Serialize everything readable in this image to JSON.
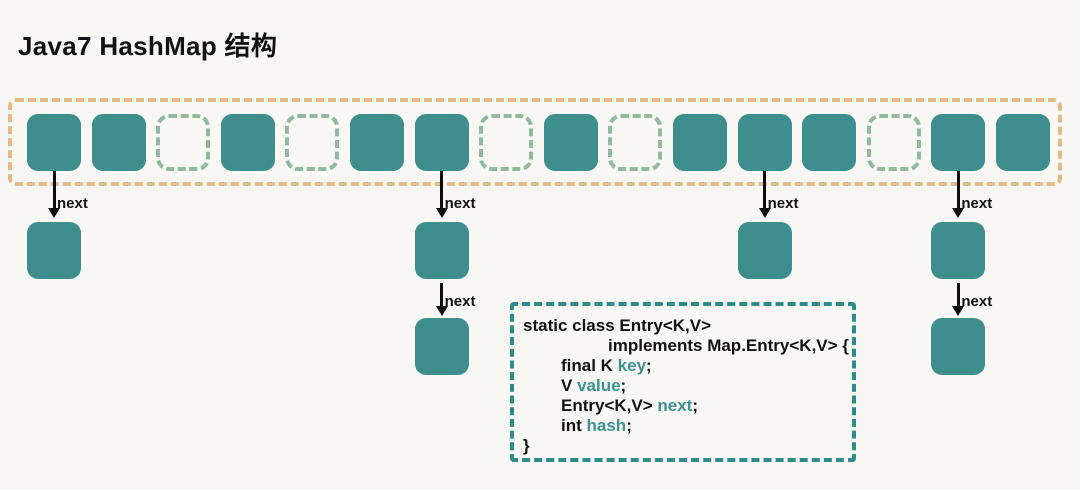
{
  "title": "Java7 HashMap 结构",
  "colors": {
    "node_fill": "#3E8E8E",
    "empty_slot_border": "#8FBA9B",
    "array_border": "#E5B985",
    "code_border": "#2E8B8B",
    "code_accent": "#3B9292",
    "background": "#F8F7F4",
    "text": "#121212"
  },
  "bucket_array": {
    "slot_count": 16,
    "slots": [
      "filled",
      "filled",
      "empty",
      "filled",
      "empty",
      "filled",
      "filled",
      "empty",
      "filled",
      "empty",
      "filled",
      "filled",
      "filled",
      "empty",
      "filled",
      "filled"
    ]
  },
  "chains": [
    {
      "bucket_index": 0,
      "node_count": 1,
      "link_label": "next"
    },
    {
      "bucket_index": 6,
      "node_count": 2,
      "link_label": "next"
    },
    {
      "bucket_index": 11,
      "node_count": 1,
      "link_label": "next"
    },
    {
      "bucket_index": 14,
      "node_count": 2,
      "link_label": "next"
    }
  ],
  "code_box": {
    "lines": [
      {
        "indent": 0,
        "segments": [
          {
            "text": "static class Entry<K,V>",
            "accent": false
          }
        ]
      },
      {
        "indent": 85,
        "segments": [
          {
            "text": "implements Map.Entry<K,V> {",
            "accent": false
          }
        ]
      },
      {
        "indent": 38,
        "segments": [
          {
            "text": "final K ",
            "accent": false
          },
          {
            "text": "key",
            "accent": true
          },
          {
            "text": ";",
            "accent": false
          }
        ]
      },
      {
        "indent": 38,
        "segments": [
          {
            "text": "V ",
            "accent": false
          },
          {
            "text": "value",
            "accent": true
          },
          {
            "text": ";",
            "accent": false
          }
        ]
      },
      {
        "indent": 38,
        "segments": [
          {
            "text": "Entry<K,V> ",
            "accent": false
          },
          {
            "text": "next",
            "accent": true
          },
          {
            "text": ";",
            "accent": false
          }
        ]
      },
      {
        "indent": 38,
        "segments": [
          {
            "text": "int ",
            "accent": false
          },
          {
            "text": "hash",
            "accent": true
          },
          {
            "text": ";",
            "accent": false
          }
        ]
      },
      {
        "indent": 0,
        "segments": [
          {
            "text": "}",
            "accent": false
          }
        ]
      }
    ]
  }
}
